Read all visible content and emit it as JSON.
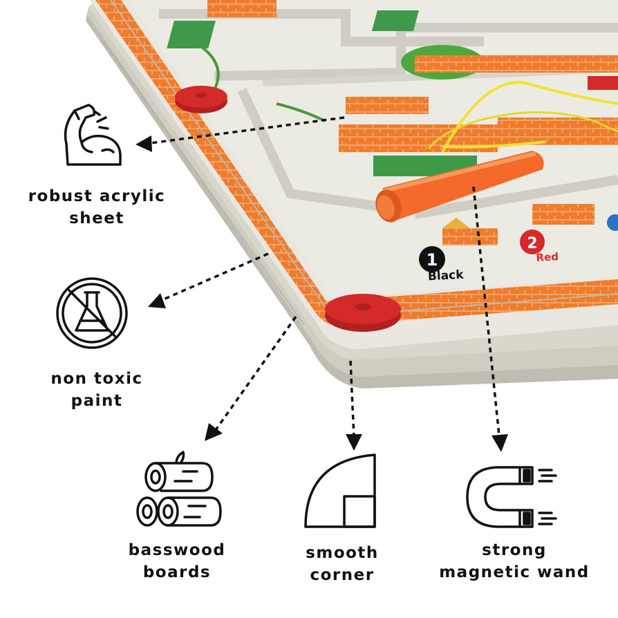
{
  "features": [
    {
      "icon": "flexed-arm-icon",
      "line1": "robust acrylic",
      "line2": "sheet"
    },
    {
      "icon": "no-chemical-flask-icon",
      "line1": "non toxic",
      "line2": "paint"
    },
    {
      "icon": "wood-logs-icon",
      "line1": "basswood",
      "line2": "boards"
    },
    {
      "icon": "rounded-corner-icon",
      "line1": "smooth",
      "line2": "corner"
    },
    {
      "icon": "magnet-icon",
      "line1": "strong",
      "line2": "magnetic wand"
    }
  ],
  "board": {
    "labels": [
      {
        "number": "1",
        "color_name": "Black",
        "color": "#111111"
      },
      {
        "number": "2",
        "color_name": "Red",
        "color": "#d42a2a"
      }
    ]
  },
  "colors": {
    "brick": "#ee7a2a",
    "wand": "#f26a2a",
    "peg": "#d42a2a",
    "board": "#e8e6de",
    "ink": "#111111"
  }
}
